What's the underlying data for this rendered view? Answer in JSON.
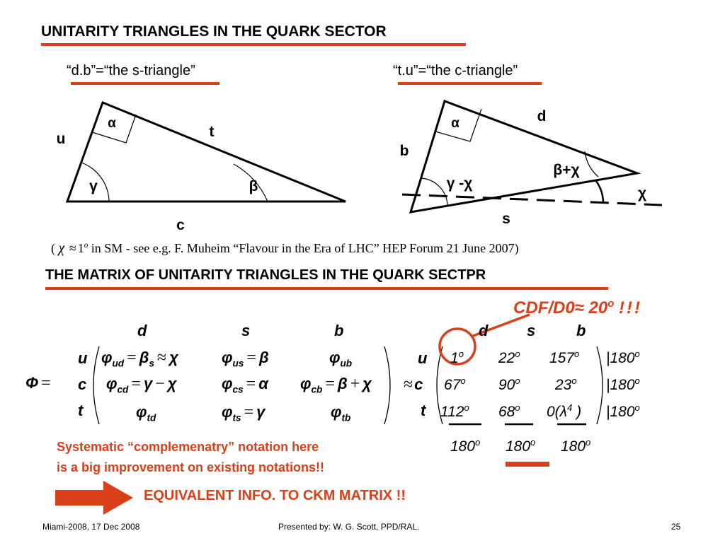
{
  "slide": {
    "title": "UNITARITY TRIANGLES IN THE QUARK SECTOR",
    "left_triangle_title": "“d.b”=“the s-triangle”",
    "right_triangle_title": "“t.u”=“the c-triangle”",
    "note_open": "(",
    "note_chi": "χ",
    "note_approx": "≈",
    "note_one": "1",
    "note_deg": "o",
    "note_text": "in SM -   see e.g. F. Muheim  “Flavour in the Era of LHC” HEP Forum 21 June 2007)",
    "matrix_title": "THE MATRIX OF UNITARITY TRIANGLES IN THE QUARK SECTPR",
    "cdf_text": "CDF/D0",
    "cdf_value": "≈ 20",
    "cdf_deg": "o",
    "cdf_excl": "!!!",
    "systematic_line1": "Systematic “complemenatry” notation here",
    "systematic_line2": "is a big improvement on existing notations!!",
    "equivalent": "EQUIVALENT  INFO. TO CKM  MATRIX !!"
  },
  "s_triangle": {
    "alpha": "α",
    "beta": "β",
    "gamma": "γ",
    "side_u": "u",
    "side_t": "t",
    "side_c": "c"
  },
  "c_triangle": {
    "alpha": "α",
    "beta_chi": "β+χ",
    "gamma_chi": "γ -χ",
    "chi": "χ",
    "side_d": "d",
    "side_b": "b",
    "side_s": "s"
  },
  "matrix": {
    "phi": "Φ",
    "eq": "=",
    "col_labels": [
      "d",
      "s",
      "b"
    ],
    "row_labels": [
      "u",
      "c",
      "t"
    ],
    "approx": "≈",
    "cells": {
      "ud_sym": "φ",
      "ud_sub": "ud",
      "ud_eq": "=",
      "ud_rhs": "β",
      "ud_rhs_sub": "s",
      "ud_approx": "≈",
      "ud_chi": "χ",
      "us_sym": "φ",
      "us_sub": "us",
      "us_eq": "=",
      "us_rhs": "β",
      "ub_sym": "φ",
      "ub_sub": "ub",
      "cd_sym": "φ",
      "cd_sub": "cd",
      "cd_eq": "=",
      "cd_rhs": "γ",
      "cd_minus": "−",
      "cd_chi": "χ",
      "cs_sym": "φ",
      "cs_sub": "cs",
      "cs_eq": "=",
      "cs_rhs": "α",
      "cb_sym": "φ",
      "cb_sub": "cb",
      "cb_eq": "=",
      "cb_rhs": "β",
      "cb_plus": "+",
      "cb_chi": "χ",
      "td_sym": "φ",
      "td_sub": "td",
      "ts_sym": "φ",
      "ts_sub": "ts",
      "ts_eq": "=",
      "ts_rhs": "γ",
      "tb_sym": "φ",
      "tb_sub": "tb"
    }
  },
  "numeric_matrix": {
    "col_labels": [
      "d",
      "s",
      "b"
    ],
    "row_labels": [
      "u",
      "c",
      "t"
    ],
    "rows": [
      [
        "1",
        "22",
        "157"
      ],
      [
        "67",
        "90",
        "23"
      ],
      [
        "112",
        "68",
        "0(λ"
      ]
    ],
    "lambda_power": "4",
    "close_paren": ")",
    "deg": "o",
    "row_sum": "|180",
    "col_sums": [
      "180",
      "180",
      "180"
    ]
  },
  "footer": {
    "left": "Miami-2008, 17 Dec 2008",
    "center": "Presented by:  W. G. Scott, PPD/RAL.",
    "page": "25"
  }
}
